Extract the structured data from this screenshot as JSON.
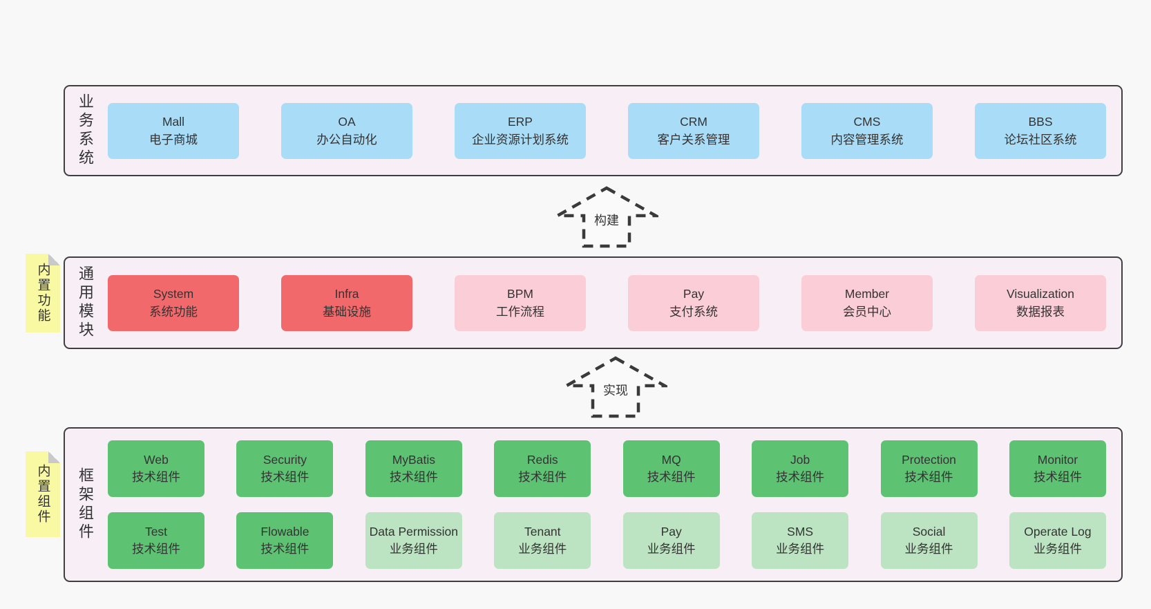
{
  "colors": {
    "page_bg": "#f8f8f8",
    "band_bg": "#f7eef6",
    "band_border": "#3f3f3f",
    "node_blue": "#a9dcf7",
    "node_red": "#f1696b",
    "node_pink": "#fbcdd6",
    "node_green": "#5ec273",
    "node_green_light": "#bce4c2",
    "sticky_yellow": "#f9f9a4",
    "sticky_fold": "#c9c9c9",
    "text": "#333333"
  },
  "arrows": {
    "build": {
      "label": "构建"
    },
    "implement": {
      "label": "实现"
    }
  },
  "stickies": {
    "functions": {
      "label": "内置功能"
    },
    "components": {
      "label": "内置组件"
    }
  },
  "bands": {
    "business": {
      "label": "业务系统",
      "boxes": [
        {
          "en": "Mall",
          "zh": "电子商城"
        },
        {
          "en": "OA",
          "zh": "办公自动化"
        },
        {
          "en": "ERP",
          "zh": "企业资源计划系统"
        },
        {
          "en": "CRM",
          "zh": "客户关系管理"
        },
        {
          "en": "CMS",
          "zh": "内容管理系统"
        },
        {
          "en": "BBS",
          "zh": "论坛社区系统"
        }
      ]
    },
    "modules": {
      "label": "通用模块",
      "boxes": [
        {
          "en": "System",
          "zh": "系统功能"
        },
        {
          "en": "Infra",
          "zh": "基础设施"
        },
        {
          "en": "BPM",
          "zh": "工作流程"
        },
        {
          "en": "Pay",
          "zh": "支付系统"
        },
        {
          "en": "Member",
          "zh": "会员中心"
        },
        {
          "en": "Visualization",
          "zh": "数据报表"
        }
      ]
    },
    "components": {
      "label": "框架组件",
      "row1": [
        {
          "en": "Web",
          "zh": "技术组件"
        },
        {
          "en": "Security",
          "zh": "技术组件"
        },
        {
          "en": "MyBatis",
          "zh": "技术组件"
        },
        {
          "en": "Redis",
          "zh": "技术组件"
        },
        {
          "en": "MQ",
          "zh": "技术组件"
        },
        {
          "en": "Job",
          "zh": "技术组件"
        },
        {
          "en": "Protection",
          "zh": "技术组件"
        },
        {
          "en": "Monitor",
          "zh": "技术组件"
        }
      ],
      "row2": [
        {
          "en": "Test",
          "zh": "技术组件"
        },
        {
          "en": "Flowable",
          "zh": "技术组件"
        },
        {
          "en": "Data Permission",
          "zh": "业务组件"
        },
        {
          "en": "Tenant",
          "zh": "业务组件"
        },
        {
          "en": "Pay",
          "zh": "业务组件"
        },
        {
          "en": "SMS",
          "zh": "业务组件"
        },
        {
          "en": "Social",
          "zh": "业务组件"
        },
        {
          "en": "Operate Log",
          "zh": "业务组件"
        }
      ]
    }
  }
}
